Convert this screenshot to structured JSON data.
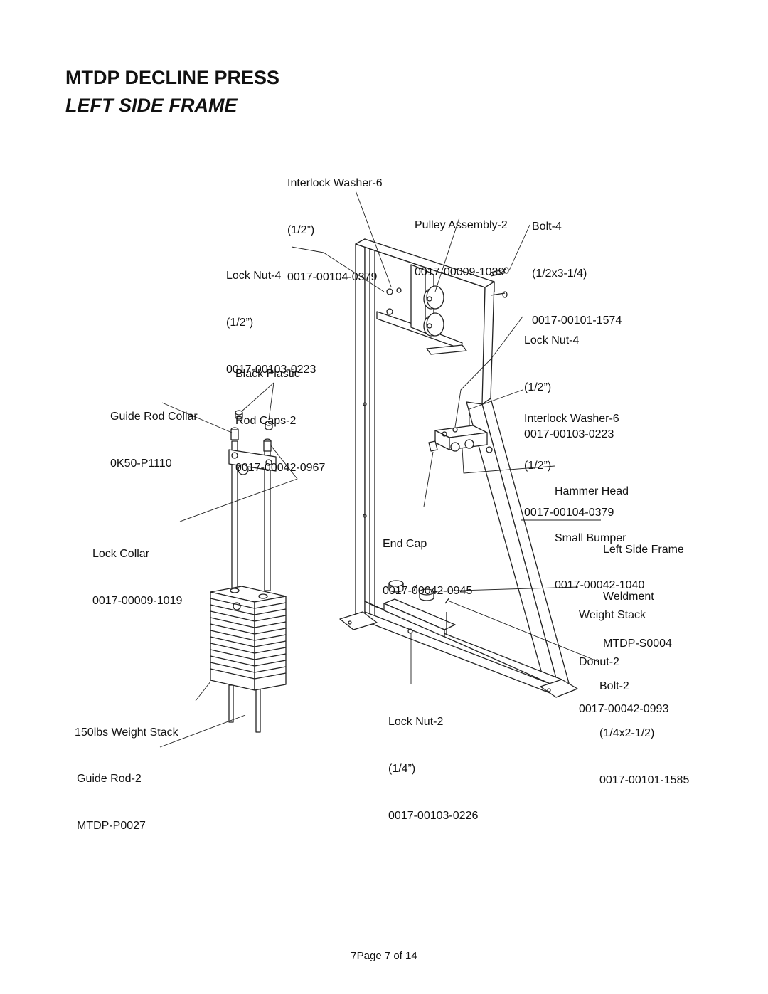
{
  "header": {
    "title": "MTDP DECLINE PRESS",
    "subtitle": "LEFT SIDE FRAME"
  },
  "callouts": {
    "interlock_washer_top": [
      "Interlock Washer-6",
      "(1/2”)",
      "0017-00104-0379"
    ],
    "pulley_assembly": [
      "Pulley Assembly-2",
      "0017-00009-1039"
    ],
    "bolt_4": [
      "Bolt-4",
      "(1/2x3-1/4)",
      "0017-00101-1574"
    ],
    "lock_nut_top_left": [
      "Lock Nut-4",
      "(1/2”)",
      "0017-00103-0223"
    ],
    "lock_nut_right": [
      "Lock Nut-4",
      "(1/2”)",
      "0017-00103-0223"
    ],
    "black_plastic_rod_caps": [
      "Black Plastic",
      "Rod Caps-2",
      "0017-00042-0967"
    ],
    "guide_rod_collar": [
      "Guide Rod Collar",
      "0K50-P1110"
    ],
    "interlock_washer_right": [
      "Interlock Washer-6",
      "(1/2”)",
      "0017-00104-0379"
    ],
    "hammer_head_bumper": [
      "Hammer Head",
      "Small Bumper",
      "0017-00042-1040"
    ],
    "end_cap": [
      "End Cap",
      "0017-00042-0945"
    ],
    "lock_collar": [
      "Lock Collar",
      "0017-00009-1019"
    ],
    "left_side_frame_weldment": [
      "Left Side Frame",
      "Weldment",
      "MTDP-S0004"
    ],
    "weight_stack_donut": [
      "Weight Stack",
      "Donut-2",
      "0017-00042-0993"
    ],
    "bolt_2": [
      "Bolt-2",
      "(1/4x2-1/2)",
      "0017-00101-1585"
    ],
    "lock_nut_2": [
      "Lock Nut-2",
      "(1/4”)",
      "0017-00103-0226"
    ],
    "weight_stack": [
      "150lbs Weight Stack"
    ],
    "guide_rod": [
      "Guide Rod-2",
      "MTDP-P0027"
    ]
  },
  "footer": {
    "page": "7Page 7 of 14"
  }
}
